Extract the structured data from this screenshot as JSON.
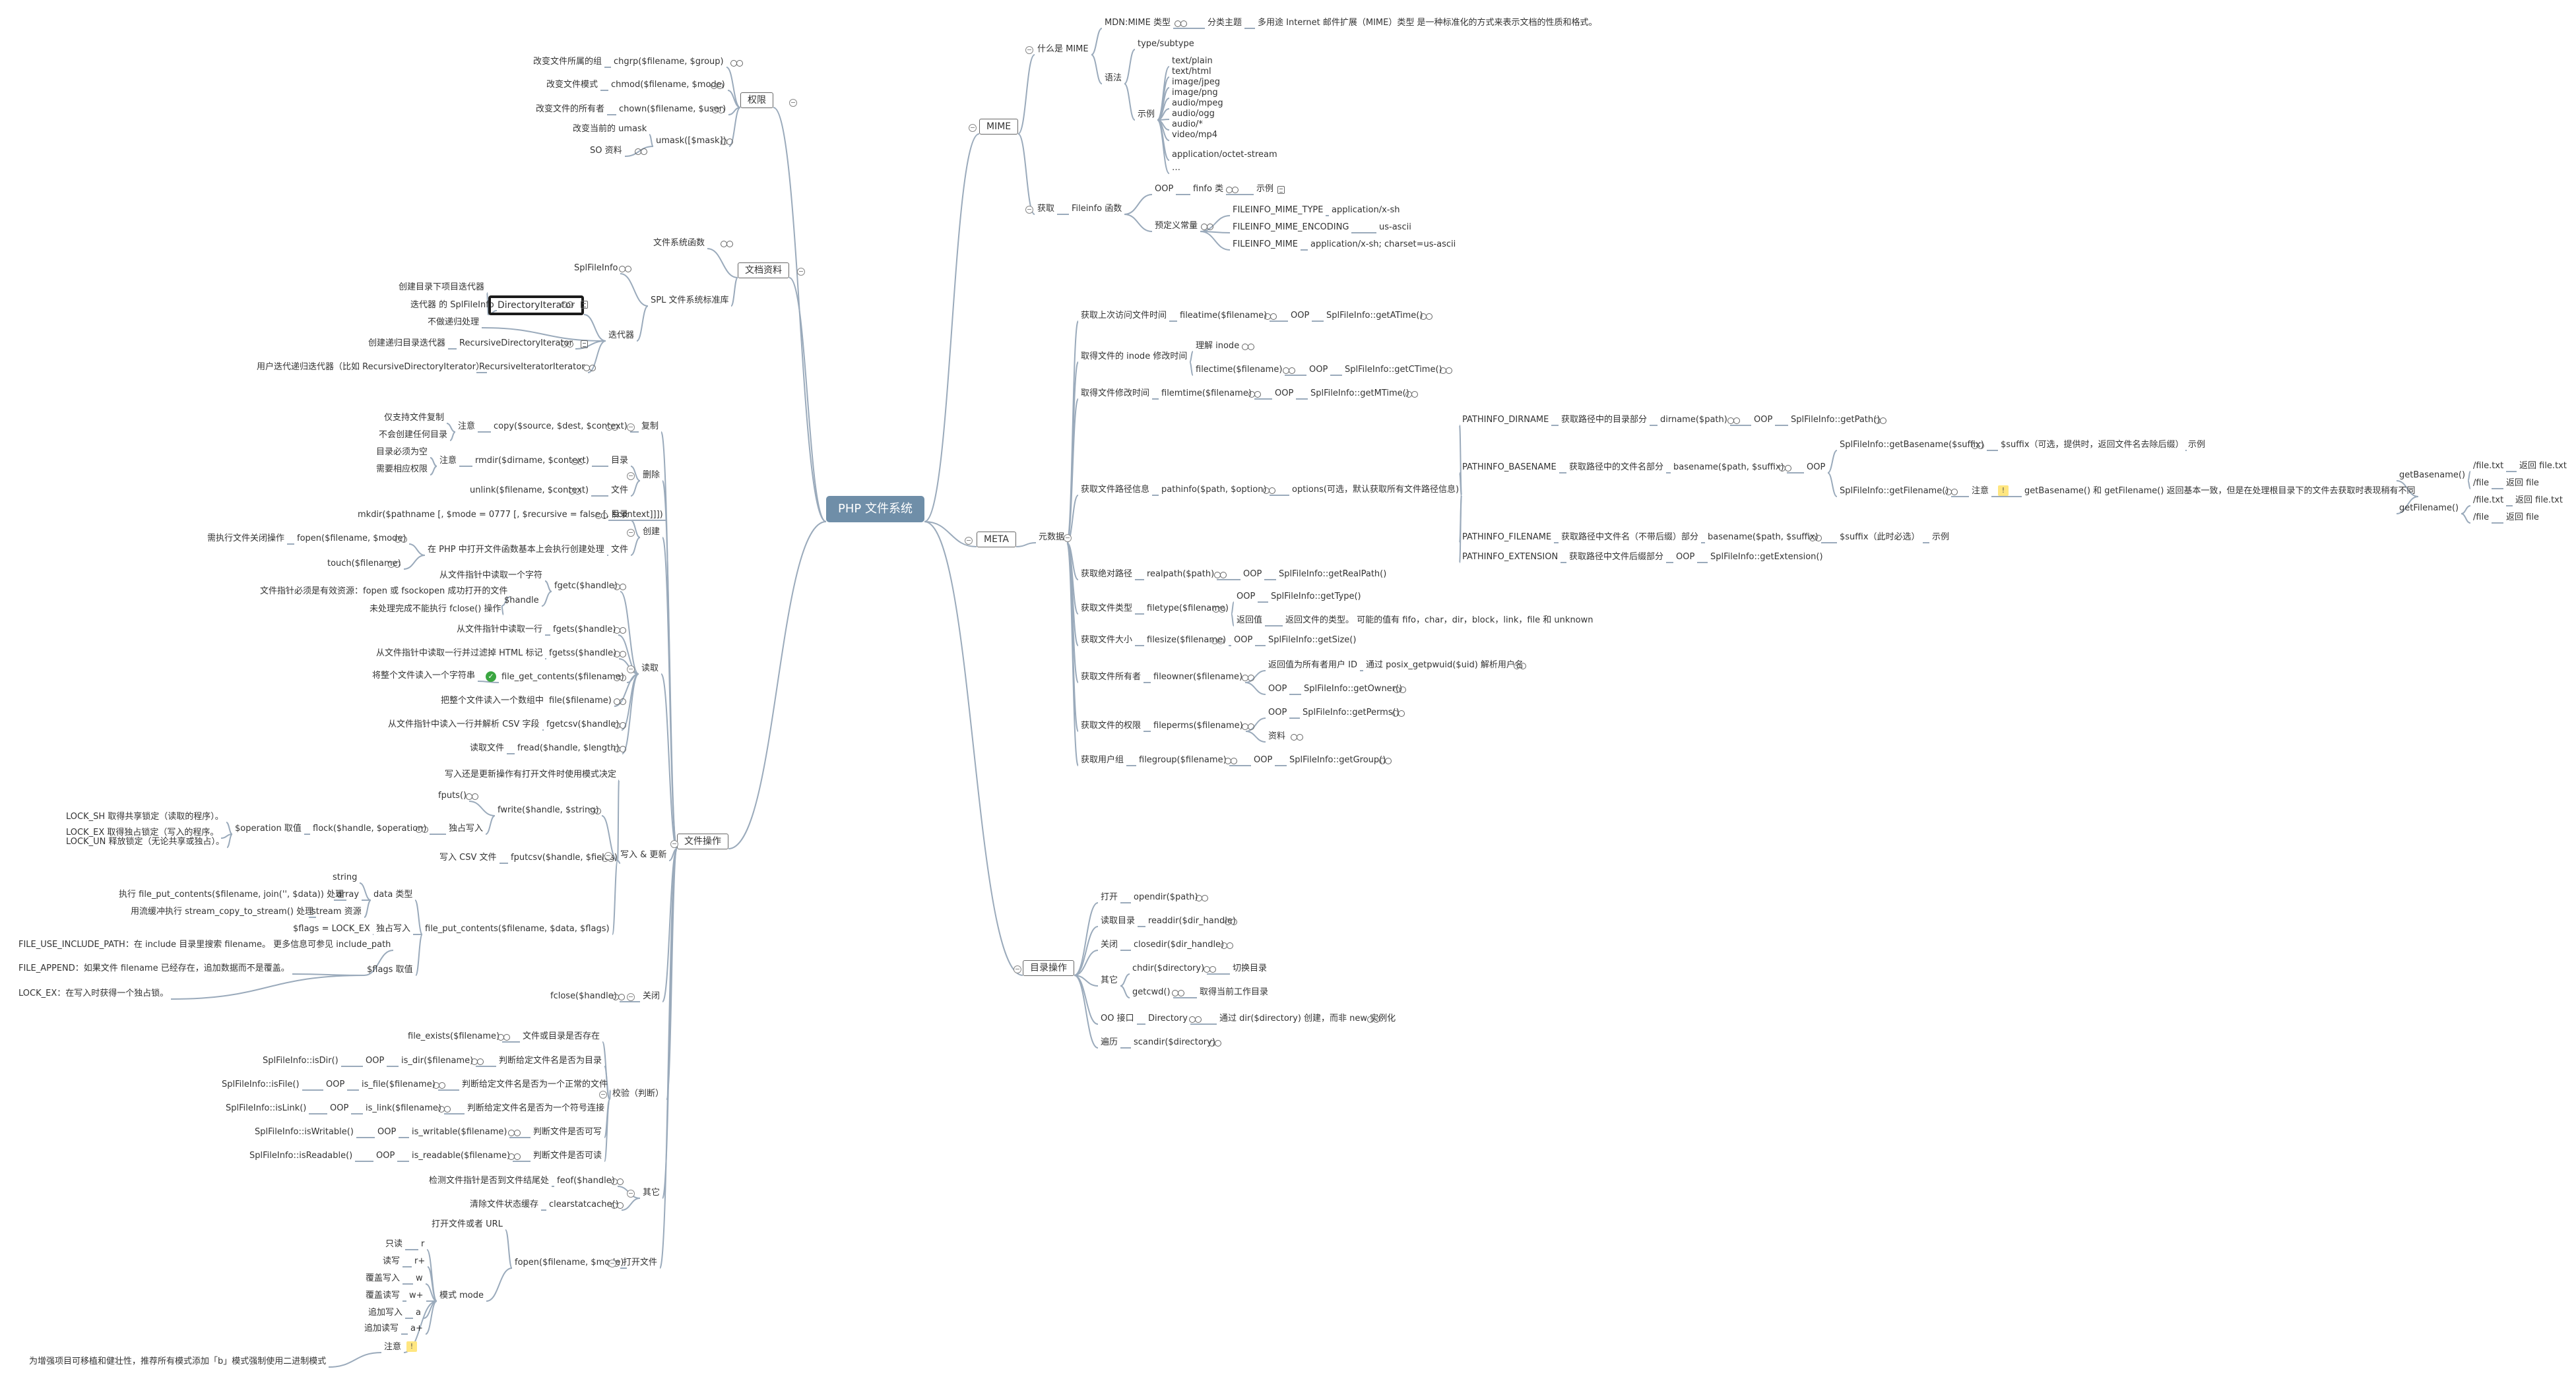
{
  "root": "PHP 文件系统",
  "n": {
    "perm": "权限",
    "chgrp_l": "改变文件所属的组",
    "chgrp_f": "chgrp($filename, $group)",
    "chmod_l": "改变文件模式",
    "chmod_f": "chmod($filename, $mode)",
    "chown_l": "改变文件的所有者",
    "chown_f": "chown($filename, $user)",
    "umask_l": "改变当前的 umask",
    "umask_f": "umask([$mask])",
    "so": "SO 资料",
    "docs": "文档资料",
    "docs_fs": "文件系统函数",
    "spl": "SPL 文件系统标准库",
    "splinfo": "SplFileInfo",
    "iter": "迭代器",
    "di": "DirectoryIterator",
    "di_a": "创建目录下项目迭代器",
    "di_b": "迭代器 的 SplFileInfo",
    "di_c": "不做递归处理",
    "rdi": "RecursiveDirectoryIterator",
    "rdi_a": "创建递归目录迭代器",
    "rii": "RecursiveIteratorIterator",
    "rii_a": "用户迭代递归迭代器（比如 RecursiveDirectoryIterator）",
    "fileops": "文件操作",
    "copy": "复制",
    "copy_f": "copy($source, $dest, $context)",
    "note": "注意",
    "copy_n1": "仅支持文件复制",
    "copy_n2": "不会创建任何目录",
    "del": "删除",
    "dir": "目录",
    "rmdir_f": "rmdir($dirname, $context)",
    "rmdir_n1": "目录必须为空",
    "rmdir_n2": "需要相应权限",
    "file": "文件",
    "unlink_f": "unlink($filename, $context)",
    "create": "创建",
    "mkdir_f": "mkdir($pathname [, $mode = 0777 [, $recursive = false [, $context]]])",
    "c_file_a": "在 PHP 中打开文件函数基本上会执行创建处理",
    "fopen_m": "fopen($filename, $mode)",
    "fopen_note": "需执行文件关闭操作",
    "touch": "touch($filename)",
    "read": "读取",
    "fgetc": "fgetc($handle)",
    "fgetc_a": "从文件指针中读取一个字符",
    "handle": "$handle",
    "handle_a": "文件指针必须是有效资源：fopen 或 fsockopen 成功打开的文件",
    "handle_b": "未处理完成不能执行 fclose() 操作",
    "fgets": "fgets($handle)",
    "fgets_a": "从文件指针中读取一行",
    "fgetss": "fgetss($handle)",
    "fgetss_a": "从文件指针中读取一行并过滤掉 HTML 标记",
    "fgc": "file_get_contents($filename)",
    "fgc_a": "将整个文件读入一个字符串",
    "file_f": "file($filename)",
    "file_a": "把整个文件读入一个数组中",
    "fgetcsv": "fgetcsv($handle)",
    "fgetcsv_a": "从文件指针中读入一行并解析 CSV 字段",
    "fread": "fread($handle, $length)",
    "fread_a": "读取文件",
    "write": "写入 & 更新",
    "write_a": "写入还是更新操作有打开文件时使用模式决定",
    "fputs": "fputs()",
    "fwrite": "fwrite($handle, $string)",
    "lock": "独占写入",
    "flock": "flock($handle, $operation)",
    "op": "$operation 取值",
    "lock_sh": "LOCK_SH 取得共享锁定（读取的程序）。",
    "lock_ex": "LOCK_EX 取得独占锁定（写入的程序。",
    "lock_un": "LOCK_UN 释放锁定（无论共享或独占）。",
    "fputcsv": "fputcsv($handle, $fields)",
    "csv_a": "写入 CSV 文件",
    "fpc": "file_put_contents($filename, $data, $flags)",
    "data_t": "data 类型",
    "string": "string",
    "array": "array",
    "arr_a": "执行 file_put_contents($filename, join('', $data)) 处理",
    "stream": "stream 资源",
    "stream_a": "用流缓冲执行 stream_copy_to_stream() 处理",
    "fpc_lock": "独占写入",
    "fpc_lock_a": "$flags = LOCK_EX",
    "flags": "$flags 取值",
    "flag1": "FILE_USE_INCLUDE_PATH：在 include 目录里搜索 filename。 更多信息可参见 include_path",
    "flag2": "FILE_APPEND：如果文件 filename 已经存在，追加数据而不是覆盖。",
    "flag3": "LOCK_EX：在写入时获得一个独占锁。",
    "close": "关闭",
    "fclose": "fclose($handle)",
    "check": "校验（判断）",
    "fe": "file_exists($filename)",
    "fe_a": "文件或目录是否存在",
    "isdir": "is_dir($filename)",
    "isdir_a": "判断给定文件名是否为目录",
    "isdir_o": "SplFileInfo::isDir()",
    "isfile": "is_file($filename)",
    "isfile_a": "判断给定文件名是否为一个正常的文件",
    "isfile_o": "SplFileInfo::isFile()",
    "islink": "is_link($filename)",
    "islink_a": "判断给定文件名是否为一个符号连接",
    "islink_o": "SplFileInfo::isLink()",
    "isw": "is_writable($filename)",
    "isw_a": "判断文件是否可写",
    "isw_o": "SplFileInfo::isWritable()",
    "isr": "is_readable($filename)",
    "isr_a": "判断文件是否可读",
    "isr_o": "SplFileInfo::isReadable()",
    "other": "其它",
    "feof": "feof($handle)",
    "feof_a": "检测文件指针是否到文件结尾处",
    "csc": "clearstatcache()",
    "csc_a": "清除文件状态缓存",
    "open": "打开文件",
    "fopen2": "fopen($filename, $mode)",
    "fopen2_a": "打开文件或者 URL",
    "mode": "模式 mode",
    "m_r": "只读",
    "m_r_v": "r",
    "m_rp": "读写",
    "m_rp_v": "r+",
    "m_w": "覆盖写入",
    "m_w_v": "w",
    "m_wp": "覆盖读写",
    "m_wp_v": "w+",
    "m_a": "追加写入",
    "m_a_v": "a",
    "m_ap": "追加读写",
    "m_ap_v": "a+",
    "m_note": "注意",
    "m_note_a": "为增强项目可移植和健壮性，推荐所有模式添加「b」模式强制使用二进制模式",
    "oop": "OOP",
    "mime": "MIME",
    "what": "什么是 MIME",
    "mdn": "MDN:MIME 类型",
    "cls": "分类主题",
    "cls_a": "多用途 Internet 邮件扩展（MIME）类型 是一种标准化的方式来表示文档的性质和格式。",
    "syntax": "语法",
    "syn_a": "type/subtype",
    "example": "示例",
    "example2": "示例",
    "e1": "text/plain",
    "e2": "text/html",
    "e3": "image/jpeg",
    "e4": "image/png",
    "e5": "audio/mpeg",
    "e6": "audio/ogg",
    "e7": "audio/*",
    "e8": "video/mp4",
    "e9": "application/octet-stream",
    "e10": "…",
    "get": "获取",
    "finfo_fn": "Fileinfo 函数",
    "finfo": "finfo 类",
    "predef": "预定义常量",
    "c1": "FILEINFO_MIME_TYPE",
    "c1v": "application/x-sh",
    "c2": "FILEINFO_MIME_ENCODING",
    "c2v": "us-ascii",
    "c3": "FILEINFO_MIME",
    "c3v": "application/x-sh; charset=us-ascii",
    "meta": "META",
    "metadata": "元数据",
    "atime_l": "获取上次访问文件时间",
    "atime": "fileatime($filename)",
    "atime_o": "SplFileInfo::getATime()",
    "ctime_l": "取得文件的 inode 修改时间",
    "inode": "理解 inode",
    "ctime": "filectime($filename)",
    "ctime_o": "SplFileInfo::getCTime()",
    "mtime_l": "取得文件修改时间",
    "mtime": "filemtime($filename)",
    "mtime_o": "SplFileInfo::getMTime()",
    "pi_l": "获取文件路径信息",
    "pi": "pathinfo($path, $option)",
    "pi_opt": "options(可选，默认获取所有文件路径信息)",
    "pd": "PATHINFO_DIRNAME",
    "pd_a": "获取路径中的目录部分",
    "dirname": "dirname($path)",
    "dirname_o": "SplFileInfo::getPath()",
    "pb": "PATHINFO_BASENAME",
    "pb_a": "获取路径中的文件名部分",
    "basename": "basename($path, $suffix)",
    "gb": "SplFileInfo::getBasename($suffix)",
    "sfx": "$suffix（可选，提供时，返回文件名去除后缀）",
    "gf": "SplFileInfo::getFilename()",
    "gf_a": "getBasename() 和 getFilename() 返回基本一致，但是在处理根目录下的文件去获取时表现稍有不同",
    "gbn": "getBasename()",
    "gfn": "getFilename()",
    "fbt": "/file.txt",
    "rft": "返回 file.txt",
    "fsl": "/file",
    "rf": "返回 file",
    "pf": "PATHINFO_FILENAME",
    "pf_a": "获取路径中文件名（不带后缀）部分",
    "sfx2": "$suffix（此时必选）",
    "pe": "PATHINFO_EXTENSION",
    "pe_a": "获取路径中文件后缀部分",
    "pe_o": "SplFileInfo::getExtension()",
    "rp_l": "获取绝对路径",
    "rp": "realpath($path)",
    "rp_o": "SplFileInfo::getRealPath()",
    "ft_l": "获取文件类型",
    "ft": "filetype($filename)",
    "ft_o": "SplFileInfo::getType()",
    "rv": "返回值",
    "ft_rv": "返回文件的类型。 可能的值有 fifo，char，dir，block，link，file 和 unknown",
    "fs_l": "获取文件大小",
    "fs": "filesize($filename)",
    "fs_o": "SplFileInfo::getSize()",
    "fo_l": "获取文件所有者",
    "fo": "fileowner($filename)",
    "fo_rv": "返回值为所有者用户 ID",
    "fo_rv2": "通过 posix_getpwuid($uid) 解析用户名",
    "fo_o": "SplFileInfo::getOwner()",
    "fp_l": "获取文件的权限",
    "fp": "fileperms($filename)",
    "fp_o": "SplFileInfo::getPerms()",
    "info": "资料",
    "fg_l": "获取用户组",
    "fg": "filegroup($filename)",
    "fg_o": "SplFileInfo::getGroup()",
    "dirops": "目录操作",
    "d_open": "打开",
    "opendir": "opendir($path)",
    "d_read": "读取目录",
    "readdir": "readdir($dir_handle)",
    "d_close": "关闭",
    "closedir": "closedir($dir_handle)",
    "d_other": "其它",
    "chdir": "chdir($directory)",
    "chdir_a": "切换目录",
    "getcwd": "getcwd()",
    "getcwd_a": "取得当前工作目录",
    "ooi": "OO 接口",
    "dircls": "Directory",
    "dircls_a": "通过 dir($directory) 创建，而非 new 实例化",
    "trav": "遍历",
    "scandir": "scandir($directory)"
  }
}
